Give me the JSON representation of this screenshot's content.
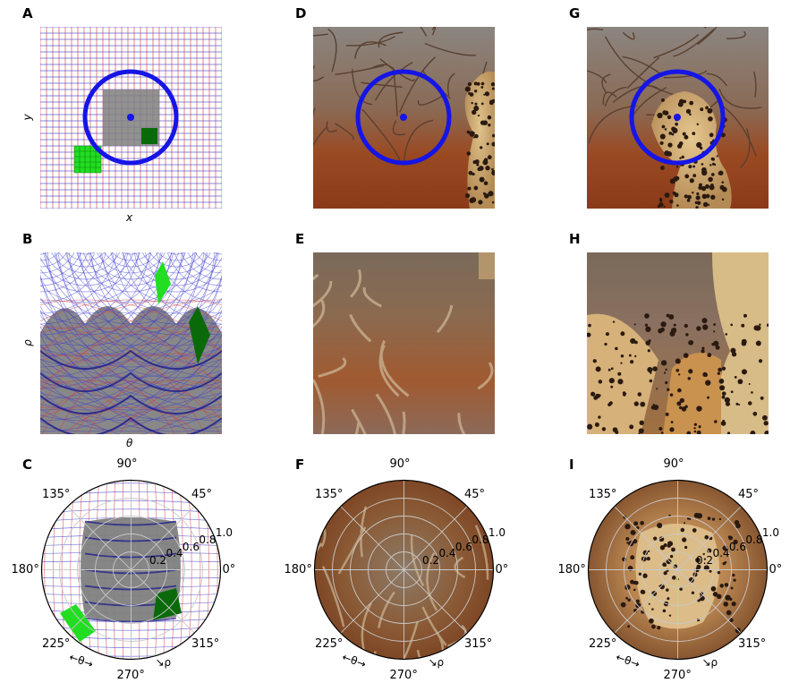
{
  "panels": {
    "A": {
      "letter": "A",
      "xlabel": "x",
      "ylabel": "y"
    },
    "B": {
      "letter": "B",
      "xlabel": "θ",
      "ylabel": "ρ"
    },
    "C": {
      "letter": "C"
    },
    "D": {
      "letter": "D"
    },
    "E": {
      "letter": "E"
    },
    "F": {
      "letter": "F"
    },
    "G": {
      "letter": "G"
    },
    "H": {
      "letter": "H"
    },
    "I": {
      "letter": "I"
    }
  },
  "polar": {
    "angle_ticks": [
      "90°",
      "45°",
      "0°",
      "315°",
      "270°",
      "225°",
      "180°",
      "135°"
    ],
    "radial_ticks": [
      "0.2",
      "0.4",
      "0.6",
      "0.8",
      "1.0"
    ],
    "theta_legend": "←θ→",
    "rho_legend": "↘ρ"
  },
  "colors": {
    "grid_blue": "#3a3ad0",
    "grid_red": "#d04040",
    "gray_square": "#7f7f7f",
    "green_light": "#22dd22",
    "green_dark": "#0a6a0a",
    "circle_blue": "#1515e6"
  }
}
